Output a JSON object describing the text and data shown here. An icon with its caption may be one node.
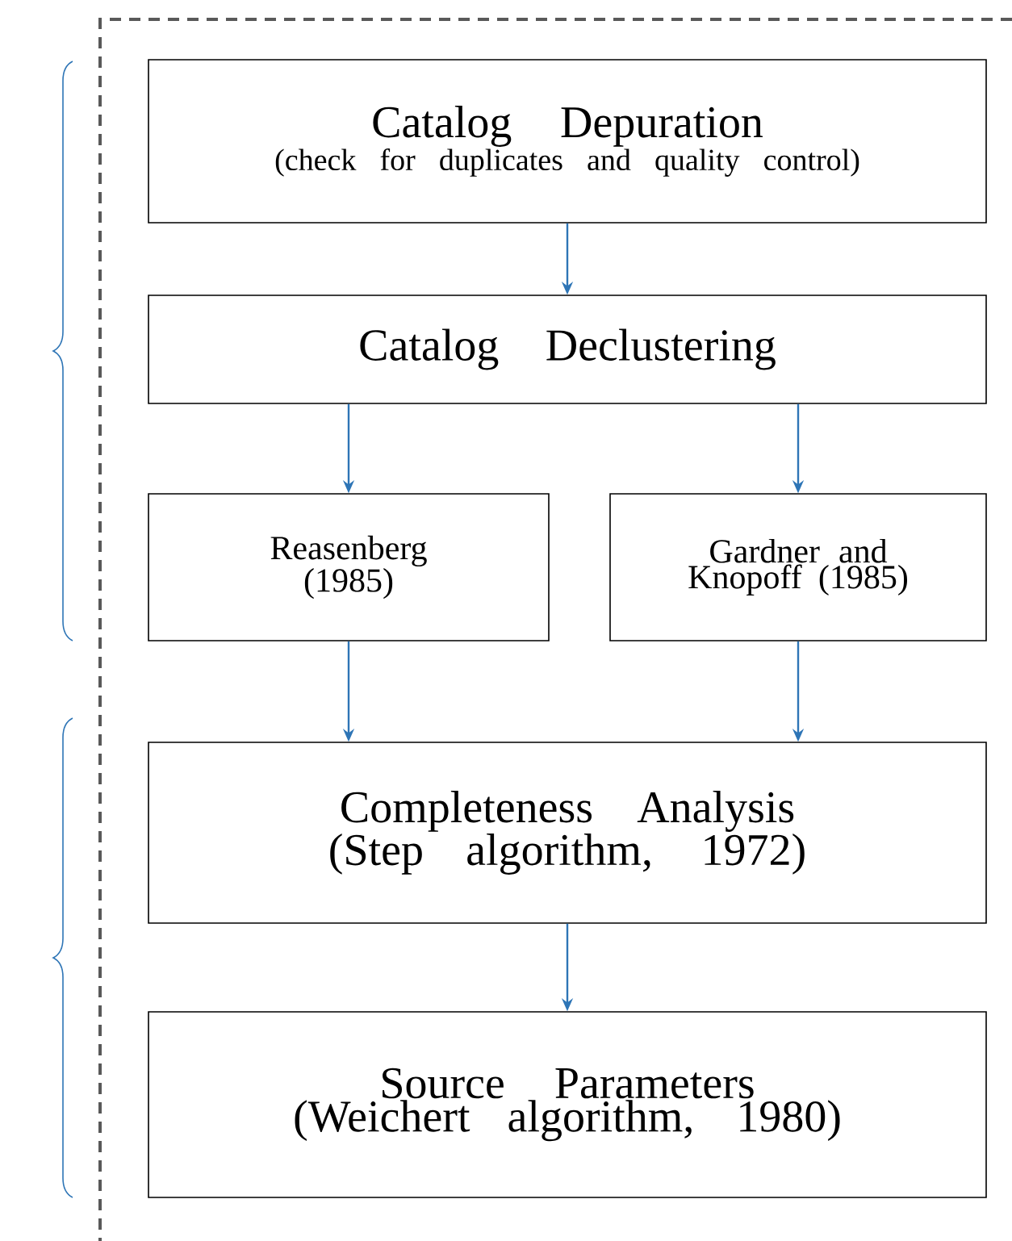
{
  "diagram": {
    "nodes": [
      {
        "text": [
          "Catalog Depuration",
          "(check for duplicates and quality control)"
        ]
      },
      {
        "text": [
          "Catalog Declustering"
        ]
      },
      {
        "text": [
          "Reasenberg (1985)"
        ]
      },
      {
        "text": [
          "Gardner and Knopoff (1985)"
        ]
      },
      {
        "text": [
          "Completeness Analysis",
          "(Step algorithm, 1972)"
        ]
      },
      {
        "text": [
          "Source Parameters",
          "(Weichert algorithm, 1980)"
        ]
      }
    ],
    "edges": [
      {
        "from": 0,
        "to": 1,
        "arrow": "to"
      },
      {
        "from": 1,
        "to": 2,
        "arrow": "to"
      },
      {
        "from": 1,
        "to": 3,
        "arrow": "to"
      },
      {
        "from": 2,
        "to": 4,
        "arrow": "to"
      },
      {
        "from": 3,
        "to": 4,
        "arrow": "to"
      },
      {
        "from": 4,
        "to": 5,
        "arrow": "to"
      }
    ]
  }
}
